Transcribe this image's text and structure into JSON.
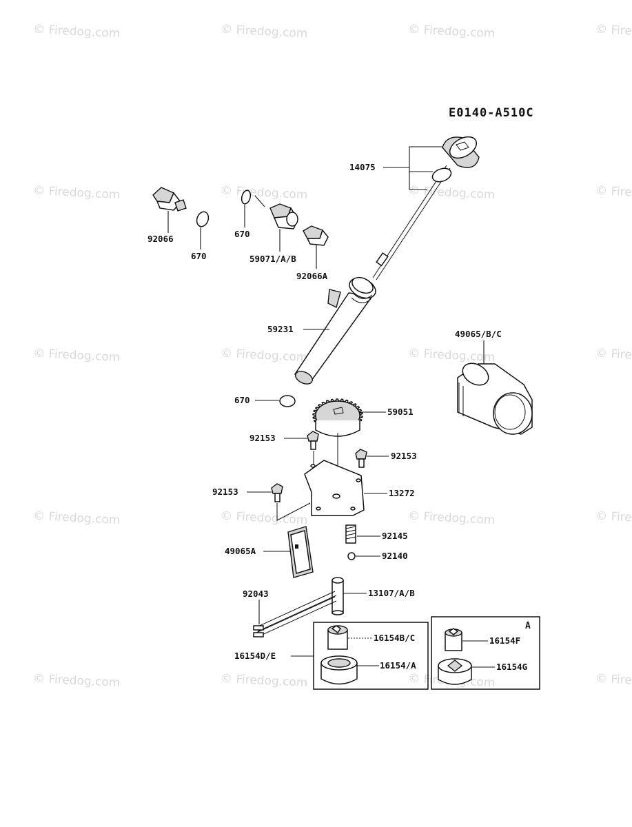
{
  "watermark": "© Firedog.com",
  "diagram_code": "E0140-A510C",
  "box_a_letter": "A",
  "parts": {
    "oil_filler_cap": "14075",
    "plug": "92066",
    "o_ring_plug": "670",
    "o_ring_mid": "670",
    "drain_plug_valve": "59071/A/B",
    "plug_a": "92066A",
    "filler_tube": "59231",
    "o_ring_low": "670",
    "oil_filter": "49065/B/C",
    "gear": "59051",
    "bolt_top": "92153",
    "bolt_right": "92153",
    "bolt_left": "92153",
    "plate": "13272",
    "spring": "92145",
    "ball": "92140",
    "screen": "49065A",
    "pin": "92043",
    "shaft": "13107/A/B",
    "rotor_set_outer": "16154D/E",
    "rotor_inner_bc": "16154B/C",
    "rotor_outer_a": "16154/A",
    "rotor_inner_f": "16154F",
    "rotor_outer_g": "16154G"
  }
}
